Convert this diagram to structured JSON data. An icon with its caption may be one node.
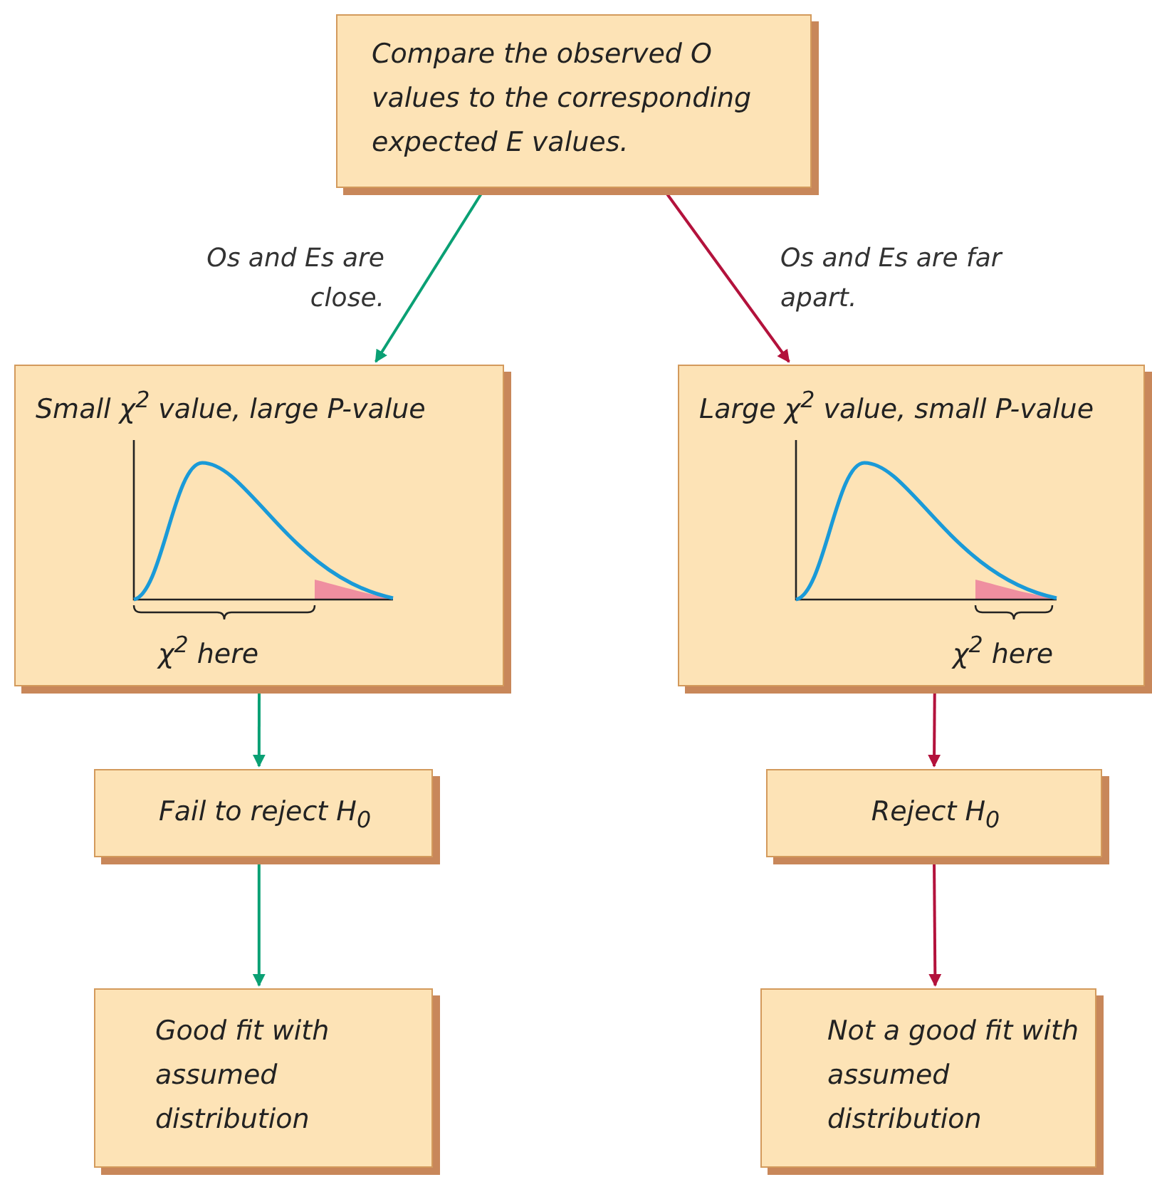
{
  "diagram": {
    "nodes": [
      {
        "text": [
          "Compare the observed *O* values to the corresponding expected *E* values."
        ]
      },
      {
        "text": [
          "Small χ$^{2}$ value, large *P*-value",
          "χ$^{2}$ here"
        ]
      },
      {
        "text": [
          "Large χ$^{2}$ value, small *P*-value",
          "χ$^{2}$ here"
        ]
      },
      {
        "text": [
          "Fail to reject H$_{0}$"
        ]
      },
      {
        "text": [
          "Reject H$_{0}$"
        ]
      },
      {
        "text": [
          "Good fit with assumed distribution"
        ]
      },
      {
        "text": [
          "Not a good fit with assumed distribution"
        ]
      }
    ],
    "edges": [
      {
        "from": 0,
        "to": 1,
        "arrow": "to",
        "label": "Os and Es are close.",
        "color": "#0aa074"
      },
      {
        "from": 0,
        "to": 2,
        "arrow": "to",
        "label": "Os and Es are far apart.",
        "color": "#b3123c"
      },
      {
        "from": 1,
        "to": 3,
        "arrow": "to",
        "color": "#0aa074"
      },
      {
        "from": 2,
        "to": 4,
        "arrow": "to",
        "color": "#b3123c"
      },
      {
        "from": 3,
        "to": 5,
        "arrow": "to",
        "color": "#0aa074"
      },
      {
        "from": 4,
        "to": 6,
        "arrow": "to",
        "color": "#b3123c"
      }
    ]
  }
}
